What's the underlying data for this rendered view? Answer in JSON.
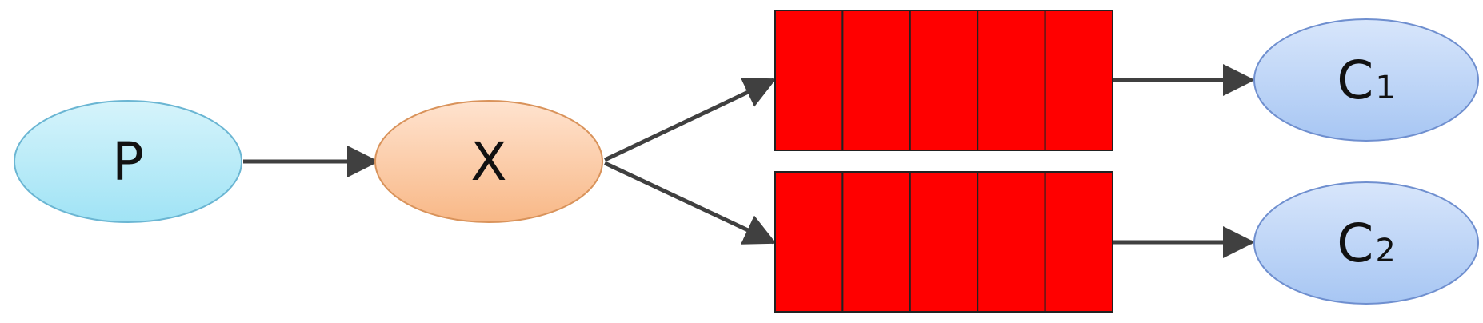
{
  "diagram": {
    "nodes": [
      {
        "id": "producer",
        "label": "P",
        "subscript": "",
        "color_top": "#d6f4fb",
        "color_bottom": "#a0e3f5",
        "stroke": "#6bb6d3"
      },
      {
        "id": "exchange",
        "label": "X",
        "subscript": "",
        "color_top": "#ffe3cf",
        "color_bottom": "#f8b887",
        "stroke": "#d9935b"
      },
      {
        "id": "consumer-1",
        "label": "C",
        "subscript": "1",
        "color_top": "#d8e6fb",
        "color_bottom": "#a7c6f3",
        "stroke": "#6f8fcf"
      },
      {
        "id": "consumer-2",
        "label": "C",
        "subscript": "2",
        "color_top": "#d8e6fb",
        "color_bottom": "#a7c6f3",
        "stroke": "#6f8fcf"
      }
    ],
    "queues": [
      {
        "id": "queue-1",
        "slots": 5,
        "color": "#ff0000"
      },
      {
        "id": "queue-2",
        "slots": 5,
        "color": "#ff0000"
      }
    ],
    "edges": [
      {
        "from": "producer",
        "to": "exchange"
      },
      {
        "from": "exchange",
        "to": "queue-1"
      },
      {
        "from": "exchange",
        "to": "queue-2"
      },
      {
        "from": "queue-1",
        "to": "consumer-1"
      },
      {
        "from": "queue-2",
        "to": "consumer-2"
      }
    ],
    "edge_color": "#404040"
  }
}
